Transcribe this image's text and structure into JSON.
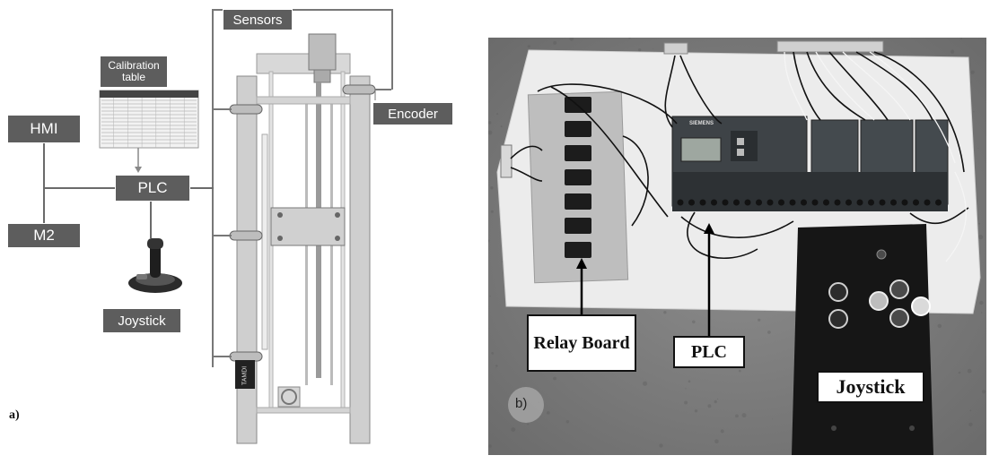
{
  "panel_a": {
    "label": "a)",
    "boxes": {
      "sensors": "Sensors",
      "calibration": "Calibration table",
      "hmi": "HMI",
      "plc": "PLC",
      "m2": "M2",
      "encoder": "Encoder",
      "joystick": "Joystick"
    },
    "rail_label": "TAMDI"
  },
  "panel_b": {
    "label": "b)",
    "callouts": {
      "relay_board": "Relay Board",
      "plc": "PLC",
      "joystick": "Joystick"
    },
    "plc_brand": "SIEMENS"
  }
}
